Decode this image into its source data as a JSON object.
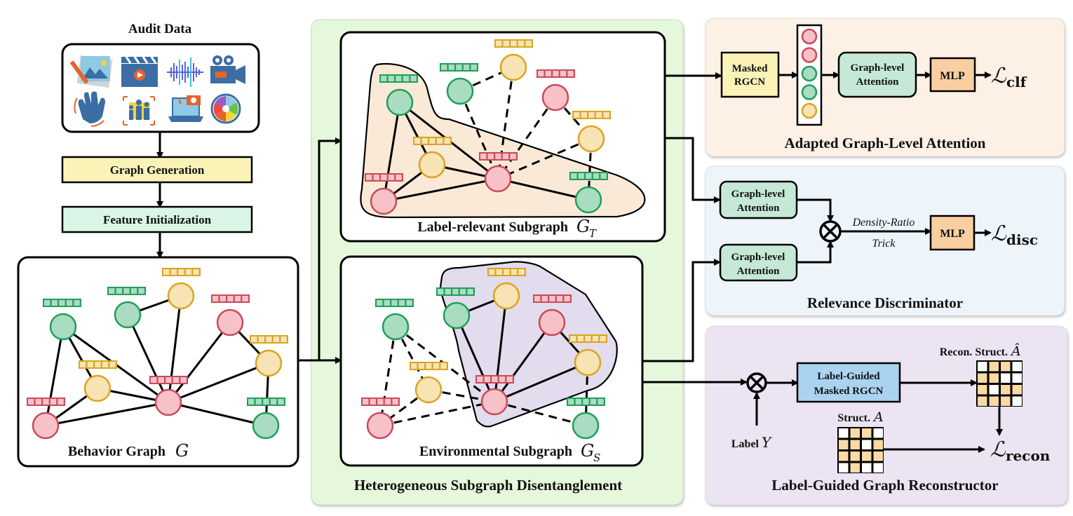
{
  "colors": {
    "green_node": "#a9dcc0",
    "green_stroke": "#1f9e5a",
    "yellow_node": "#f7e3b3",
    "yellow_stroke": "#d9a520",
    "red_node": "#f7c1c8",
    "red_stroke": "#c94a5a",
    "hsd_panel": "#e6f8dc",
    "hsd_title": "#4a8a2c",
    "aga_panel": "#fdf0e4",
    "aga_title": "#ef8a3e",
    "rd_panel": "#eef5fa",
    "rd_title": "#2f5f9e",
    "lggr_panel": "#ece4f2",
    "lggr_title": "#3a1072",
    "label_relevant_hull": "#fbe9d8",
    "environmental_hull": "#e2dcee",
    "graph_gen_box": "#fbf2b8",
    "feature_init_box": "#daf5e6",
    "rgcn_box": "#fbf2b8",
    "attn_box": "#c6e8d6",
    "mlp_box": "#f9cfa2",
    "lg_rgcn_box": "#a9d3ef",
    "matrix_fill": "#f9d9a4"
  },
  "left": {
    "audit_title": "Audit Data",
    "audit_icons": [
      "image-edit-icon",
      "clapperboard-icon",
      "audio-wave-icon",
      "movie-camera-icon",
      "waving-hand-icon",
      "group-photo-icon",
      "laptop-camera-icon",
      "aperture-icon"
    ],
    "graph_generation": "Graph Generation",
    "feature_initialization": "Feature Initialization",
    "behavior_graph_label": "Behavior Graph",
    "behavior_graph_symbol": "G"
  },
  "graph": {
    "nodes": [
      {
        "id": "A",
        "type": "green"
      },
      {
        "id": "B",
        "type": "green"
      },
      {
        "id": "C",
        "type": "yellow"
      },
      {
        "id": "D",
        "type": "red"
      },
      {
        "id": "E",
        "type": "yellow"
      },
      {
        "id": "F",
        "type": "yellow"
      },
      {
        "id": "G",
        "type": "red"
      },
      {
        "id": "H",
        "type": "red"
      },
      {
        "id": "I",
        "type": "green"
      }
    ],
    "edges": [
      [
        "A",
        "H"
      ],
      [
        "A",
        "F"
      ],
      [
        "A",
        "G"
      ],
      [
        "B",
        "C"
      ],
      [
        "B",
        "G"
      ],
      [
        "C",
        "G"
      ],
      [
        "D",
        "G"
      ],
      [
        "D",
        "E"
      ],
      [
        "E",
        "G"
      ],
      [
        "E",
        "I"
      ],
      [
        "F",
        "G"
      ],
      [
        "F",
        "H"
      ],
      [
        "H",
        "G"
      ],
      [
        "G",
        "I"
      ]
    ],
    "relevant_nodes": [
      "A",
      "F",
      "G",
      "H",
      "I"
    ],
    "environmental_nodes": [
      "B",
      "C",
      "D",
      "E",
      "G"
    ]
  },
  "hsd": {
    "title": "Heterogeneous Subgraph Disentanglement",
    "relevant_label": "Label-relevant Subgraph",
    "relevant_symbol": "G",
    "relevant_sub": "T",
    "env_label": "Environmental Subgraph",
    "env_symbol": "G",
    "env_sub": "S"
  },
  "aga": {
    "title": "Adapted Graph-Level Attention",
    "rgcn_line1": "Masked",
    "rgcn_line2": "RGCN",
    "embedding_column": [
      "red",
      "red",
      "green",
      "green",
      "yellow"
    ],
    "attn_line1": "Graph-level",
    "attn_line2": "Attention",
    "mlp": "MLP",
    "loss_symbol": "ℒ",
    "loss_sub": "clf"
  },
  "rd": {
    "title": "Relevance Discriminator",
    "attn1_line1": "Graph-level",
    "attn1_line2": "Attention",
    "attn2_line1": "Graph-level",
    "attn2_line2": "Attention",
    "op": "⊗",
    "trick_line1": "Density-Ratio",
    "trick_line2": "Trick",
    "mlp": "MLP",
    "loss_symbol": "ℒ",
    "loss_sub": "disc"
  },
  "lggr": {
    "title": "Label-Guided Graph Reconstructor",
    "op": "⊗",
    "label_text": "Label",
    "label_symbol": "Y",
    "rgcn_line1": "Label-Guided",
    "rgcn_line2": "Masked RGCN",
    "recon_label": "Recon. Struct.",
    "recon_symbol": "Â",
    "struct_label": "Struct.",
    "struct_symbol": "A",
    "recon_matrix": [
      [
        0,
        1,
        1,
        0
      ],
      [
        1,
        1,
        0,
        0
      ],
      [
        1,
        0,
        1,
        1
      ],
      [
        1,
        1,
        1,
        0
      ]
    ],
    "struct_matrix": [
      [
        0,
        1,
        1,
        0
      ],
      [
        1,
        1,
        0,
        1
      ],
      [
        1,
        1,
        1,
        1
      ],
      [
        0,
        1,
        0,
        0
      ]
    ],
    "loss_symbol": "ℒ",
    "loss_sub": "recon"
  }
}
